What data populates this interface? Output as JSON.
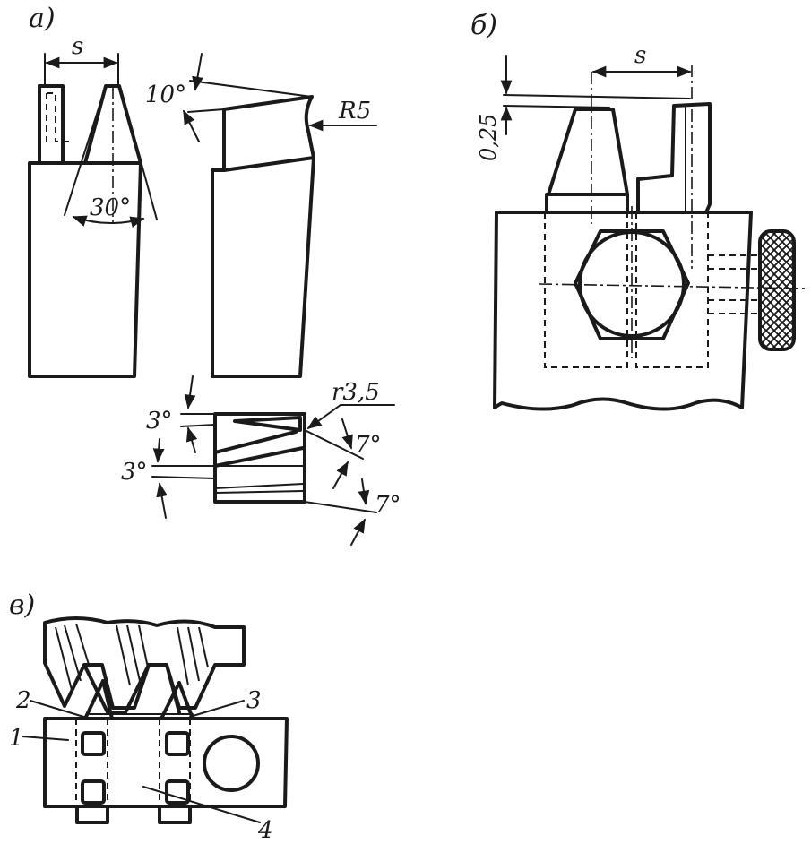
{
  "figure": {
    "panel_a": {
      "label": "а)",
      "dim_s": "s",
      "angle_30": "30°",
      "angle_10": "10°",
      "radius": "R5",
      "angle_3_top": "3°",
      "angle_3_bottom": "3°",
      "radius_small": "r3,5",
      "angle_7_top": "7°",
      "angle_7_bottom": "7°"
    },
    "panel_b": {
      "label": "б)",
      "dim_s": "s",
      "offset": "0,25"
    },
    "panel_c": {
      "label": "в)",
      "callout_1": "1",
      "callout_2": "2",
      "callout_3": "3",
      "callout_4": "4"
    }
  },
  "colors": {
    "ink": "#1a1a1a",
    "paper": "#ffffff"
  }
}
